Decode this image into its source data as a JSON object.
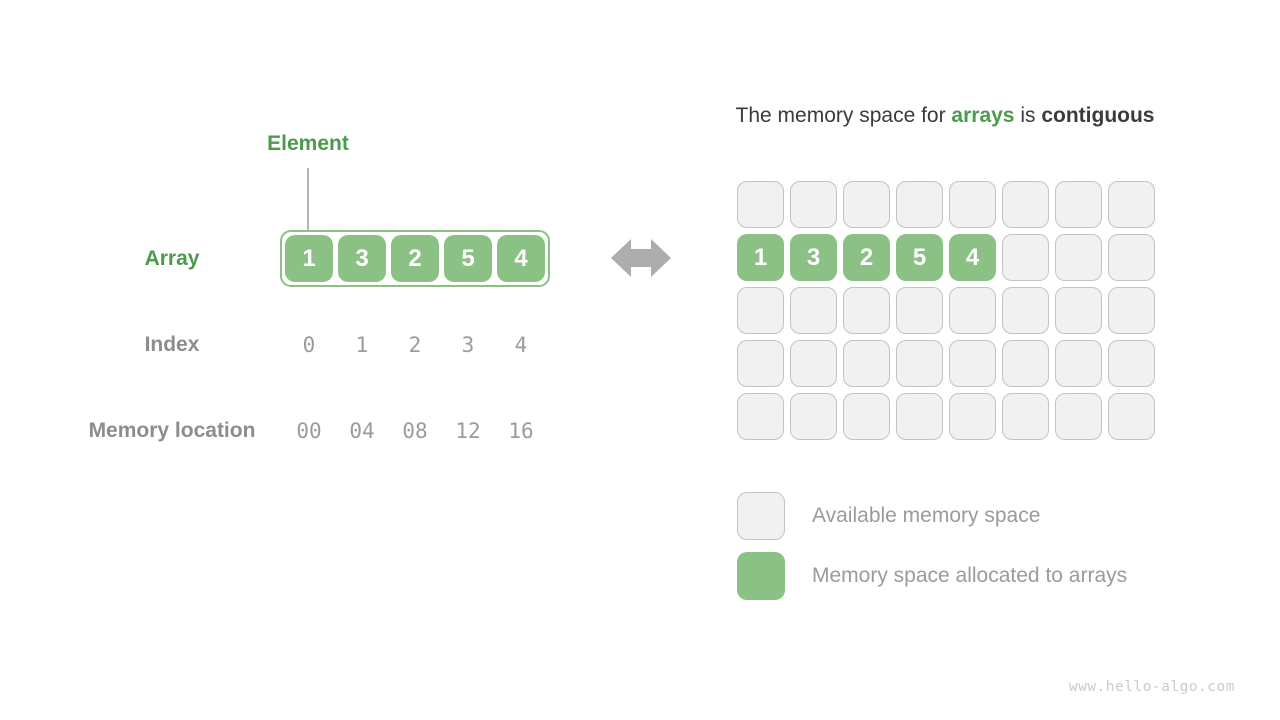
{
  "title": {
    "prefix": "The memory space for ",
    "highlight": "arrays",
    "middle": " is ",
    "emphasis": "contiguous"
  },
  "left": {
    "element_label": "Element",
    "array_label": "Array",
    "array_values": [
      "1",
      "3",
      "2",
      "5",
      "4"
    ],
    "index_label": "Index",
    "index_values": [
      "0",
      "1",
      "2",
      "3",
      "4"
    ],
    "memory_label": "Memory location",
    "memory_values": [
      "00",
      "04",
      "08",
      "12",
      "16"
    ]
  },
  "memory_grid": {
    "rows": 5,
    "cols": 8,
    "allocated_row": 1,
    "allocated_values": [
      "1",
      "3",
      "2",
      "5",
      "4"
    ]
  },
  "legend": [
    {
      "type": "available",
      "label": "Available memory space"
    },
    {
      "type": "allocated",
      "label": "Memory space allocated to arrays"
    }
  ],
  "watermark": "www.hello-algo.com",
  "colors": {
    "green_fill": "#8CC185",
    "green_text": "#4C9B4C",
    "dark_text": "#3B3B3B",
    "gray_label": "#8D8D8D",
    "gray_value": "#9B9B9B",
    "cell_bg": "#F1F1F1",
    "cell_border": "#C3C3C3",
    "arrow": "#ADADAD",
    "connector": "#B4B4B4",
    "watermark": "#CBCBCB"
  }
}
